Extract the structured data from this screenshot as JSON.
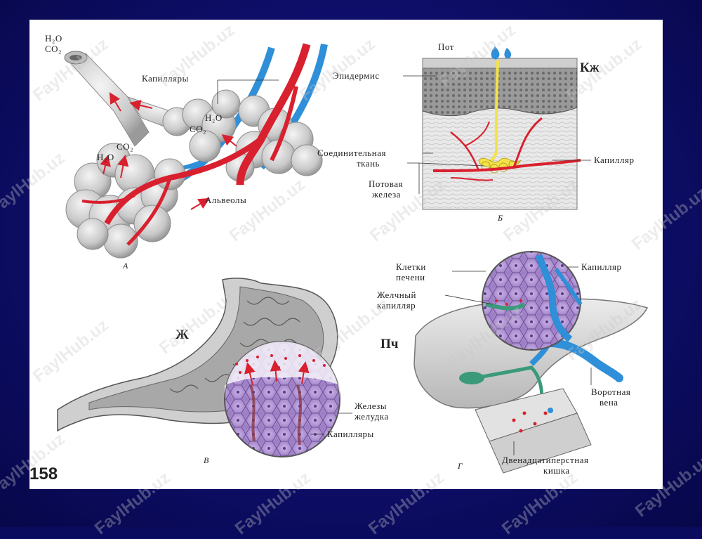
{
  "page_number": "158",
  "panels": {
    "a": {
      "caption": "А",
      "labels": {
        "h2o_top": "H₂O",
        "co2_top": "CO₂",
        "capillaries": "Капилляры",
        "h2o_mid": "H₂O",
        "co2_mid": "CO₂",
        "co2_left": "CO₂",
        "h2o_left": "H₂O",
        "alveoli": "Альвеолы"
      }
    },
    "b": {
      "caption": "Б",
      "code": "Кж",
      "labels": {
        "sweat": "Пот",
        "epidermis": "Эпидермис",
        "connective_1": "Соединительная",
        "connective_2": "ткань",
        "gland_1": "Потовая",
        "gland_2": "железа",
        "capillary": "Капилляр"
      }
    },
    "v": {
      "caption": "В",
      "code": "Ж",
      "labels": {
        "glands_1": "Железы",
        "glands_2": "желудка",
        "capillaries": "Капилляры"
      }
    },
    "g": {
      "caption": "Г",
      "code": "Пч",
      "labels": {
        "liver_cells_1": "Клетки",
        "liver_cells_2": "печени",
        "capillary": "Капилляр",
        "bile_1": "Желчный",
        "bile_2": "капилляр",
        "portal_1": "Воротная",
        "portal_2": "вена",
        "duodenum_1": "Двенадцатиперстная",
        "duodenum_2": "кишка"
      }
    }
  },
  "watermark": "FaylHub.uz",
  "colors": {
    "artery": "#d9202e",
    "vein": "#2f8fd8",
    "tissue": "#d8d8d8",
    "cell": "#b99ad8",
    "sweat_duct": "#f2e24a"
  }
}
